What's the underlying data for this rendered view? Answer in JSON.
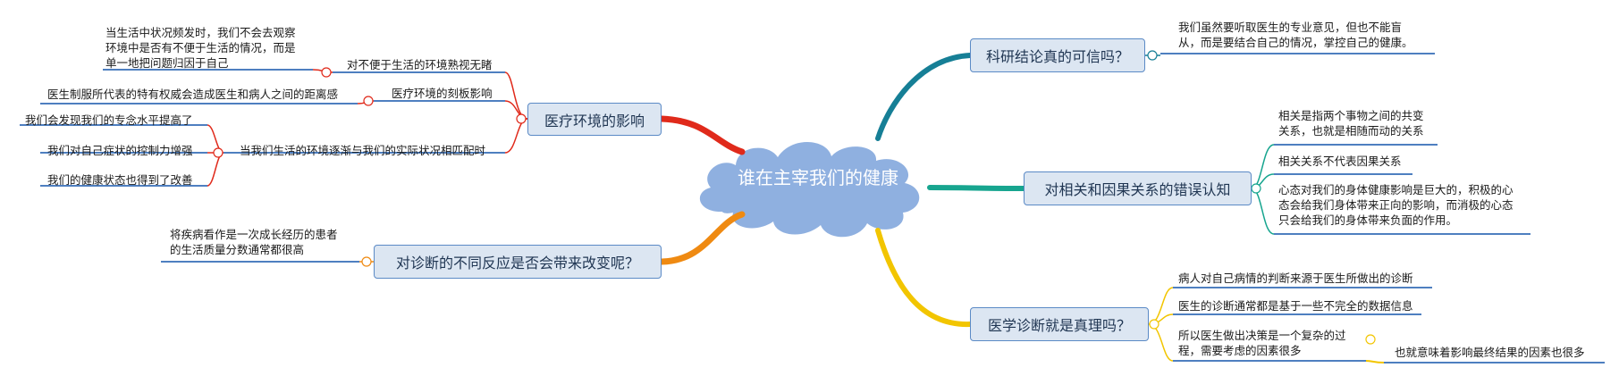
{
  "central": {
    "title": "谁在主宰我们的健康"
  },
  "branches": {
    "env": {
      "title": "医疗环境的影响",
      "children": {
        "ignore": {
          "label": "对不便于生活的环境熟视无睹",
          "note": [
            "当生活中状况频发时，我们不会去观察",
            "环境中是否有不便于生活的情况，而是",
            "单一地把问题归因于自己"
          ]
        },
        "rigid": {
          "label": "医疗环境的刻板影响",
          "note": [
            "医生制服所代表的特有权威会造成医生和病人之间的距离感"
          ]
        },
        "match": {
          "label": "当我们生活的环境逐渐与我们的实际状况相匹配时",
          "items": [
            "我们会发现我们的专念水平提高了",
            "我们对自己症状的控制力增强",
            "我们的健康状态也得到了改善"
          ]
        }
      }
    },
    "diagnosis_reaction": {
      "title": "对诊断的不同反应是否会带来改变呢？",
      "note": [
        "将疾病看作是一次成长经历的患者",
        "的生活质量分数通常都很高"
      ]
    },
    "research": {
      "title": "科研结论真的可信吗？",
      "note": [
        "我们虽然要听取医生的专业意见，但也不能盲",
        "从，而是要结合自己的情况，掌控自己的健康。"
      ]
    },
    "correlation": {
      "title": "对相关和因果关系的错误认知",
      "items": [
        [
          "相关是指两个事物之间的共变",
          "关系，也就是相随而动的关系"
        ],
        [
          "相关关系不代表因果关系"
        ],
        [
          "心态对我们的身体健康影响是巨大的，积极的心",
          "态会给我们身体带来正向的影响，而消极的心态",
          "只会给我们的身体带来负面的作用。"
        ]
      ]
    },
    "truth": {
      "title": "医学诊断就是真理吗？",
      "items": [
        [
          "病人对自己病情的判断来源于医生所做出的诊断"
        ],
        [
          "医生的诊断通常都是基于一些不完全的数据信息"
        ],
        [
          "所以医生做出决策是一个复杂的过",
          "程，需要考虑的因素很多"
        ]
      ],
      "sub": "也就意味着影响最终结果的因素也很多"
    }
  },
  "colors": {
    "cloud": "#8fb0e0",
    "topic_fill": "#dce6f2",
    "topic_border": "#5b8ac6",
    "env": "#e02a1b",
    "diagnosis_reaction": "#ef8a12",
    "research": "#167f96",
    "correlation": "#17a58f",
    "truth": "#f2c500",
    "underline": "#4e7fc0"
  }
}
